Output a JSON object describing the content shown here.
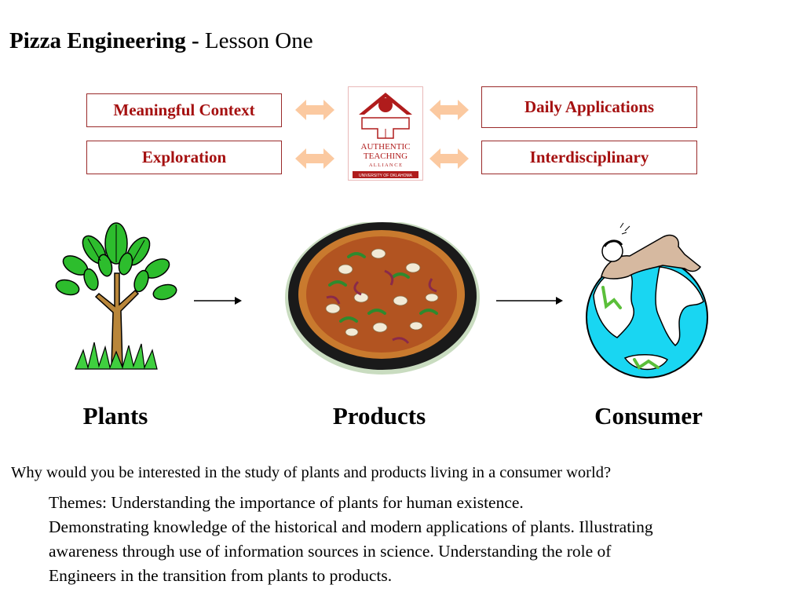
{
  "title": {
    "bold": "Pizza Engineering -",
    "normal": "Lesson One"
  },
  "boxes": {
    "meaningful_context": "Meaningful Context",
    "daily_applications": "Daily Applications",
    "exploration": "Exploration",
    "interdisciplinary": "Interdisciplinary"
  },
  "logo": {
    "line1": "AUTHENTIC",
    "line2": "TEACHING",
    "line3": "A L L I A N C E",
    "footer": "UNIVERSITY OF OKLAHOMA"
  },
  "flow": {
    "plants": "Plants",
    "products": "Products",
    "consumer": "Consumer"
  },
  "question": "Why would you be interested in the study of plants and products living in a consumer world?",
  "themes": [
    "Themes: Understanding the importance of plants for human existence.",
    "Demonstrating knowledge of the historical and modern applications of plants. Illustrating",
    "awareness through use of information sources in science. Understanding the role of",
    "Engineers in the transition from plants to products."
  ],
  "colors": {
    "box_text": "#a51010",
    "box_border": "#9a2a2a",
    "arrow_fill": "#fbc9a0",
    "logo_red": "#b01c1c"
  }
}
